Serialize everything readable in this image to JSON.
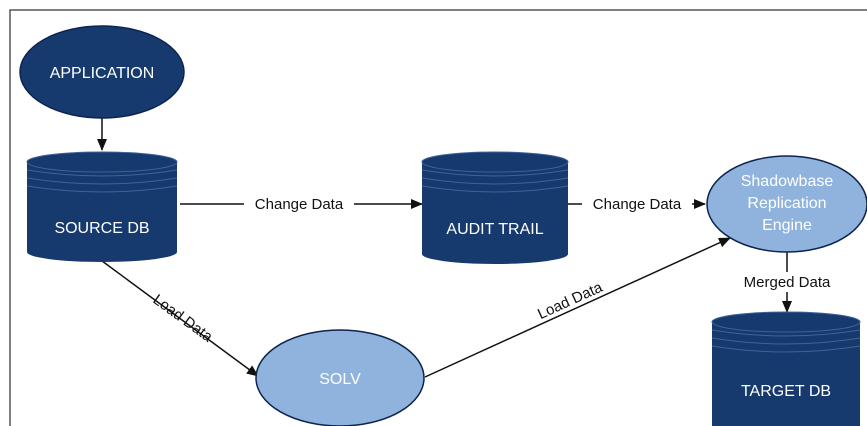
{
  "colors": {
    "dark_node": "#163a6e",
    "light_node": "#8fb3dc",
    "node_stroke": "#0d2450",
    "edge": "#111111",
    "frame": "#555555"
  },
  "nodes": {
    "application": {
      "label": "APPLICATION",
      "shape": "ellipse"
    },
    "source_db": {
      "label": "SOURCE DB",
      "shape": "cylinder"
    },
    "audit_trail": {
      "label": "AUDIT TRAIL",
      "shape": "cylinder"
    },
    "shadowbase": {
      "lines": [
        "Shadowbase",
        "Replication",
        "Engine"
      ],
      "shape": "ellipse"
    },
    "solv": {
      "label": "SOLV",
      "shape": "ellipse"
    },
    "target_db": {
      "label": "TARGET DB",
      "shape": "cylinder"
    }
  },
  "edges": {
    "source_to_audit": {
      "label": "Change Data"
    },
    "audit_to_shadowbase": {
      "label": "Change Data"
    },
    "shadowbase_to_target": {
      "label": "Merged Data"
    },
    "source_to_solv": {
      "label": "Load Data"
    },
    "solv_to_shadowbase": {
      "label": "Load Data"
    }
  }
}
